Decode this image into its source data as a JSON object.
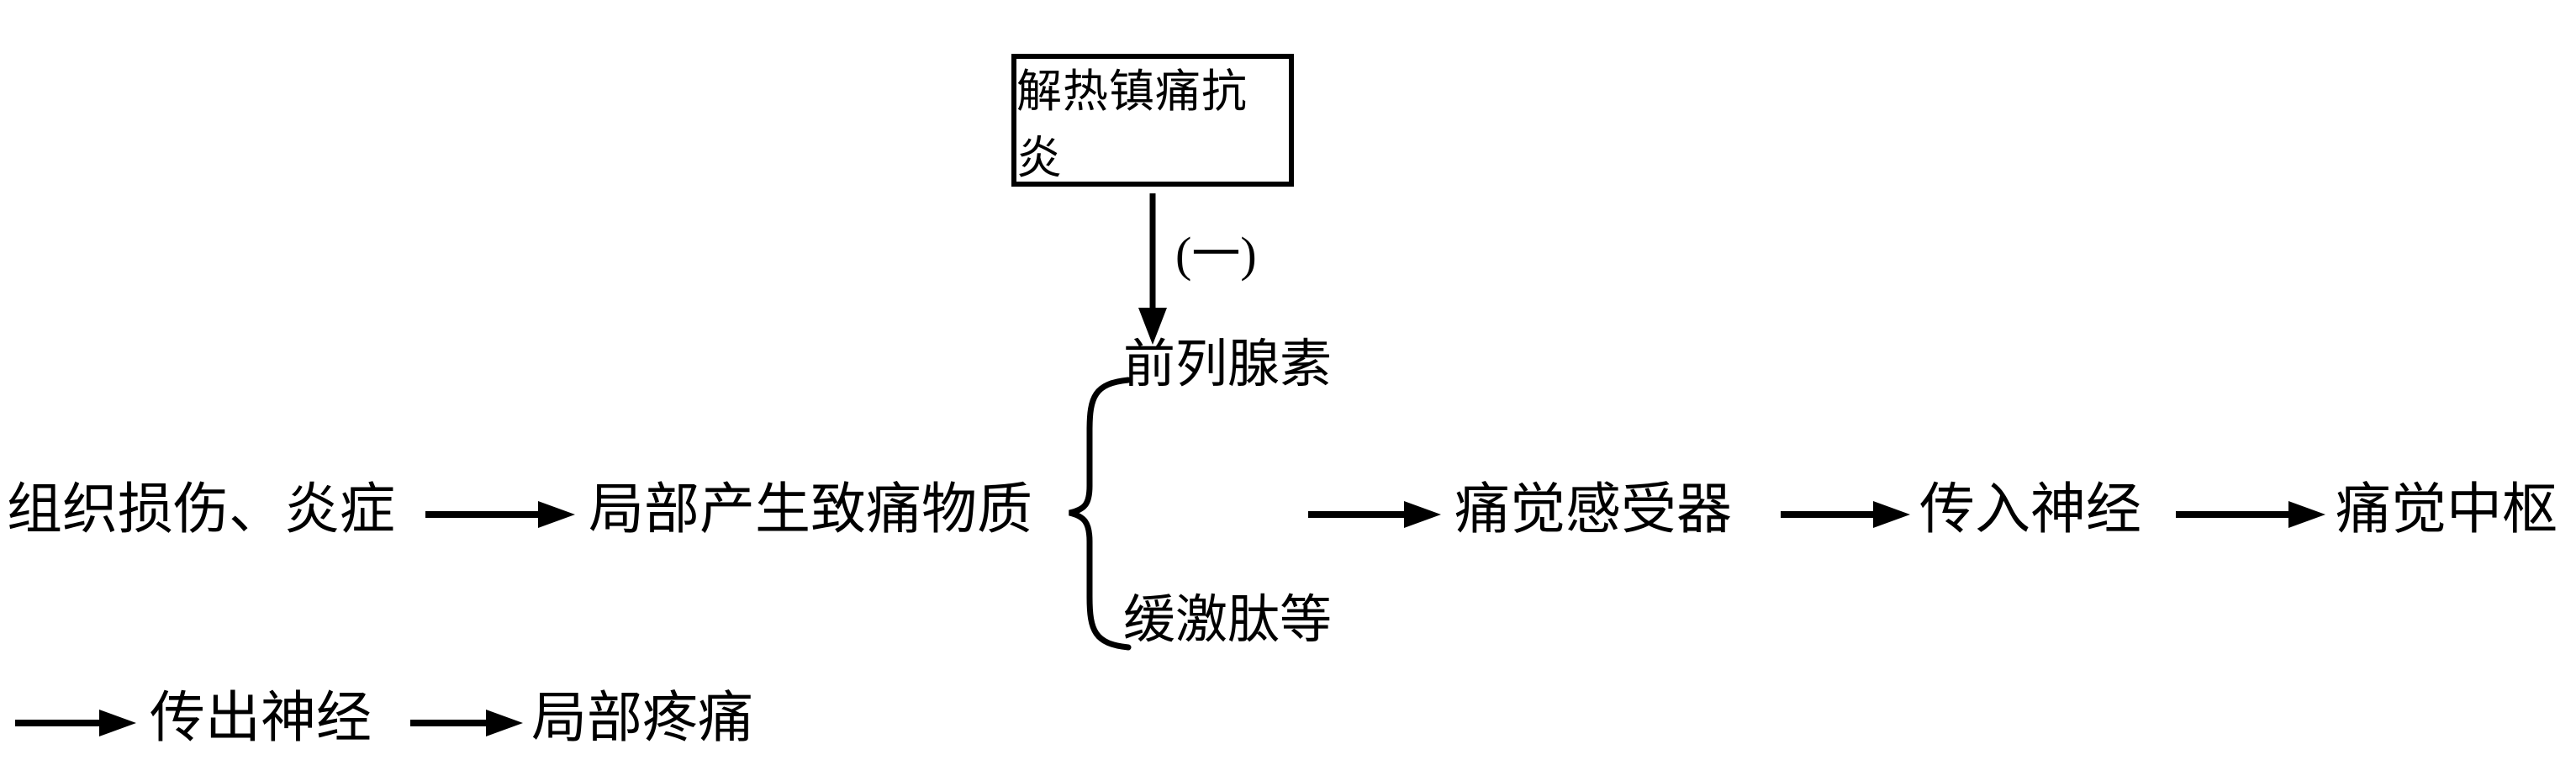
{
  "page": {
    "background_color": "#ffffff",
    "line_color": "#000000"
  },
  "flowchart": {
    "drug_box": {
      "label": "解热镇痛抗炎"
    },
    "inhibition_arrow_label": "(一)",
    "main_row": {
      "tissue_injury": "组织损伤、炎症",
      "pain_substance": "局部产生致痛物质",
      "branch_top": "前列腺素",
      "branch_bottom": "缓激肽等",
      "pain_receptor": "痛觉感受器",
      "afferent_nerve": "传入神经",
      "pain_center": "痛觉中枢"
    },
    "bottom_row": {
      "efferent_nerve": "传出神经",
      "local_pain": "局部疼痛"
    }
  }
}
